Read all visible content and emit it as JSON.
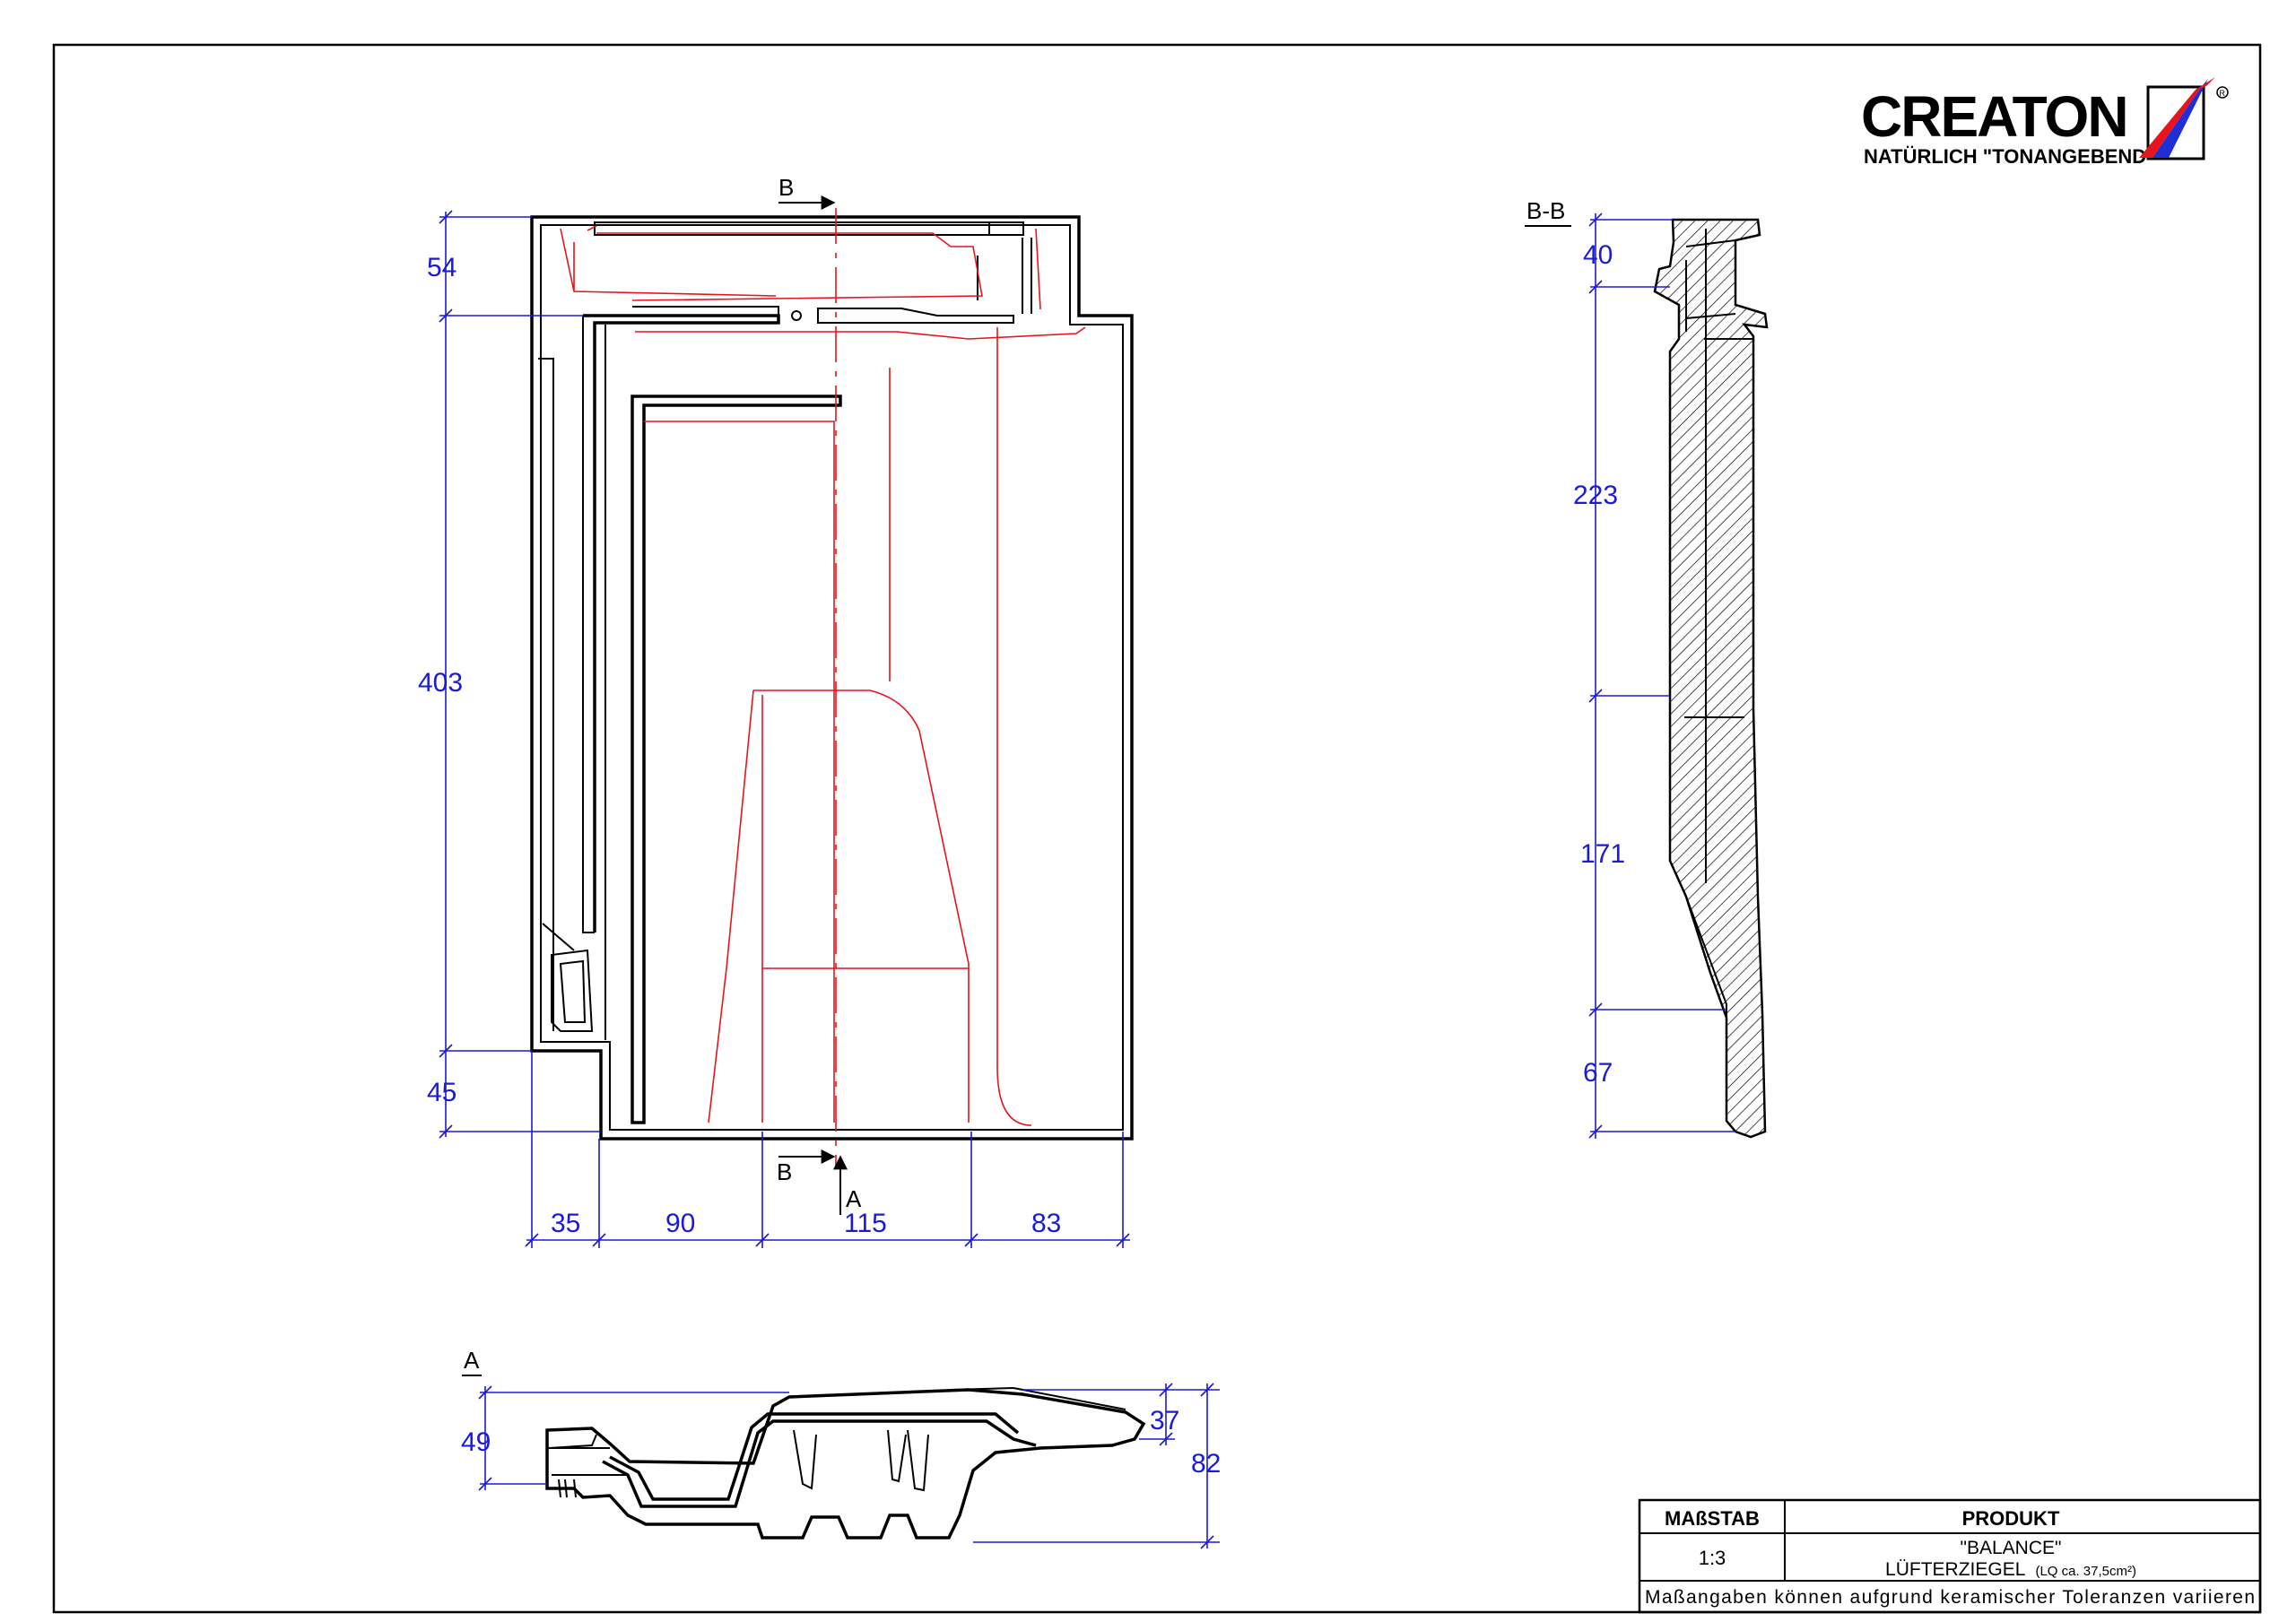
{
  "logo": {
    "brand": "CREATON",
    "tagline": "NATÜRLICH \"TONANGEBEND\""
  },
  "section_labels": {
    "bb_top": "B",
    "bb_bottom": "B",
    "a_marker": "A",
    "section_bb": "B-B",
    "view_a": "A"
  },
  "dimensions": {
    "plan_left": [
      "54",
      "403",
      "45"
    ],
    "plan_bottom": [
      "35",
      "90",
      "115",
      "83"
    ],
    "section_bb": [
      "40",
      "223",
      "171",
      "67"
    ],
    "view_a": [
      "49",
      "37",
      "82"
    ]
  },
  "title_block": {
    "scale_header": "MAßSTAB",
    "product_header": "PRODUKT",
    "scale_value": "1:3",
    "product_name": "\"BALANCE\"",
    "product_type": "LÜFTERZIEGEL",
    "product_note": "(LQ ca. 37,5cm²)",
    "disclaimer": "Maßangaben können aufgrund keramischer Toleranzen variieren"
  },
  "colors": {
    "dimension": "#1a1ad8",
    "hidden_lines": "#e8141c",
    "outline": "#000000",
    "logo_red": "#e8141c",
    "logo_blue": "#1f2fd6"
  }
}
